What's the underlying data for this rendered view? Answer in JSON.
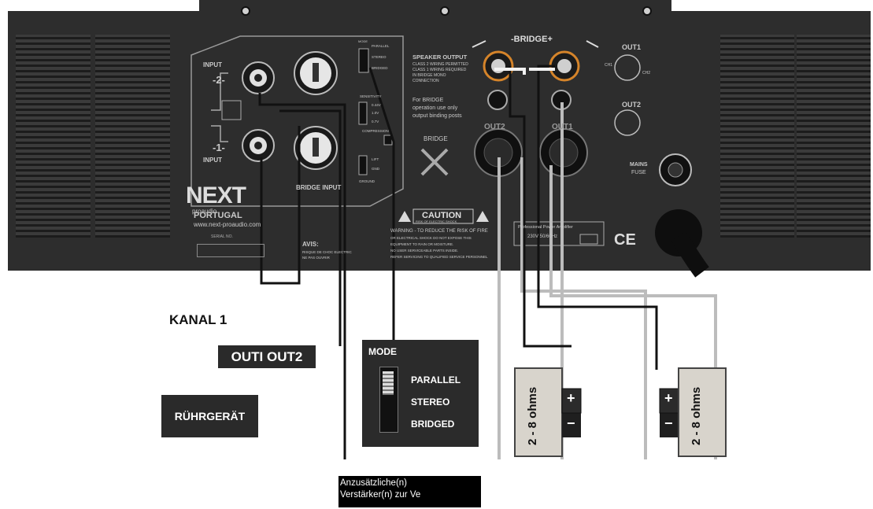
{
  "panel": {
    "logo": "NEXT",
    "logo_sub": "proaudio",
    "country": "PORTUGAL",
    "website": "www.next-proaudio.com",
    "serial_label": "SERIAL NO.",
    "input_label": "INPUT",
    "input2_number": "-2-",
    "input1_number": "-1-",
    "bridge_input_label": "BRIDGE INPUT",
    "mode_heading": "MODE",
    "mode_parallel": "PARALLEL",
    "mode_stereo": "STEREO",
    "mode_bridged": "BRIDGED",
    "sensitivity_label": "SENSITIVITY",
    "sens_1": "0.44V",
    "sens_2": "1.0V",
    "sens_3": "0.7V",
    "compression_label": "COMPRESSION",
    "lift_label": "LIFT",
    "gnd_label": "GND",
    "ground_label": "GROUND",
    "speaker_output_title": "SPEAKER OUTPUT",
    "speaker_output_line1": "CLASS 2 WIRING PERMITTED",
    "speaker_output_line2": "CLASS 1 WIRING REQUIRED",
    "speaker_output_line3": "IN BRIDGE MONO",
    "speaker_output_line4": "CONNECTION",
    "bridge_note_line1": "For BRIDGE",
    "bridge_note_line2": "operation use only",
    "bridge_note_line3": "output binding posts",
    "bridge_top_label": "-BRIDGE+",
    "bridge_label": "BRIDGE",
    "out2_label": "OUT2",
    "out1_label": "OUT1",
    "out1_side": "OUT1",
    "out2_side": "OUT2",
    "ch1": "CH1",
    "ch2": "CH2",
    "mains_fuse": "MAINS",
    "fuse_word": "FUSE",
    "caution": "CAUTION",
    "caution_sub": "RISK OF ELECTRIC SHOCK",
    "warning_line1": "WARNING - TO REDUCE THE RISK OF FIRE",
    "warning_line2": "OR ELECTRICAL SHOCK DO NOT EXPOSE THIS",
    "warning_line3": "EQUIPMENT TO RAIN OR MOISTURE.",
    "warning_line4": "NO USER SERVICEABLE PARTS INSIDE.",
    "warning_line5": "REFER SERVICING TO QUALIFIED SERVICE PERSONNEL",
    "avis": "AVIS:",
    "avis_line1": "RISQUE DE CHOC ELECTRIC",
    "avis_line2": "NE PAS OUVRIR",
    "amp_label": "Professional Power Amplifier",
    "amp_voltage": "230V   50/60Hz",
    "ce": "CE"
  },
  "labels": {
    "kanal": "KANAL 1",
    "outbox": "OUTI OUT2",
    "ruehr": "RÜHRGERÄT",
    "anzus_line1": "Anzusätzliche(n)",
    "anzus_line2": "Verstärker(n) zur Ve"
  },
  "mode_box": {
    "title": "MODE",
    "options": [
      "PARALLEL",
      "STEREO",
      "BRIDGED"
    ]
  },
  "speakers": {
    "left_label": "2 - 8 ohms",
    "right_label": "2 - 8 ohms",
    "plus": "+",
    "minus": "−"
  },
  "colors": {
    "panel": "#2d2d2d",
    "panel_text": "#c9c9c9",
    "wire_dark": "#111111",
    "wire_grey": "#bcbcbc",
    "speaker_fill": "#d8d4cc",
    "label_bg": "#2a2a2a"
  }
}
